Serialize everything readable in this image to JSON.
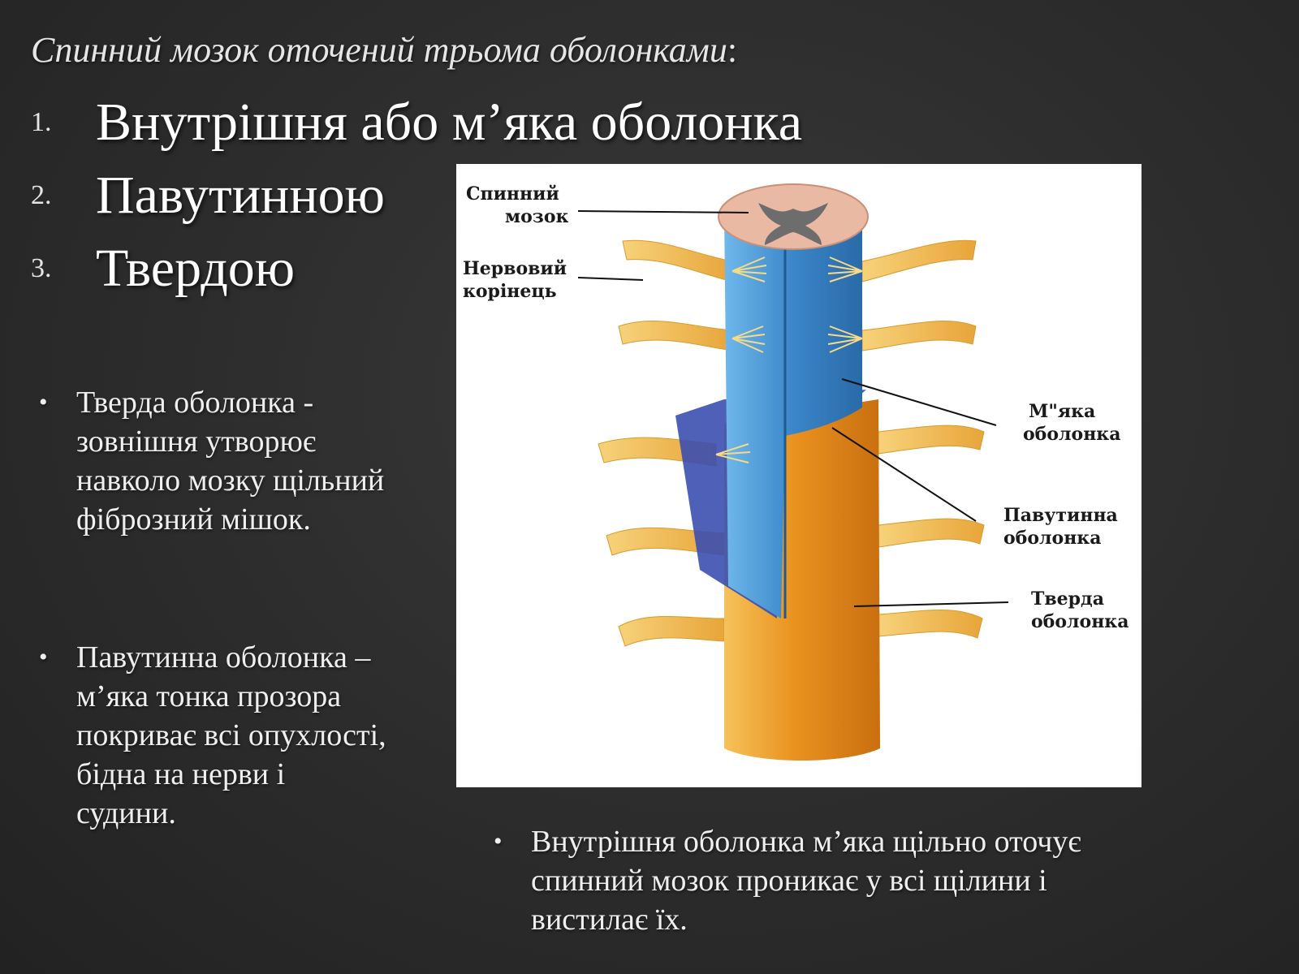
{
  "title": {
    "text": "Спинний мозок оточений трьома оболонками",
    "colon": ":"
  },
  "layers": [
    {
      "num": "1.",
      "text": "Внутрішня або м’яка оболонка"
    },
    {
      "num": "2.",
      "text": "Павутинною"
    },
    {
      "num": "3.",
      "text": "Твердою"
    }
  ],
  "bullets": {
    "symbol": "•",
    "hard": "Тверда оболонка - зовнішня утворює навколо мозку щільний фіброзний мішок.",
    "arachnoid": "Павутинна оболонка – м’яка тонка прозора покриває всі опухлості, бідна на нерви і судини.",
    "inner": "Внутрішня оболонка м’яка щільно оточує спинний мозок проникає у всі щілини і вистилає їх."
  },
  "figure": {
    "labels": {
      "cord_line1": "Спинний",
      "cord_line2": "мозок",
      "root_line1": "Нервовий",
      "root_line2": "корінець",
      "pia_line1": "М\"яка",
      "pia_line2": "оболонка",
      "arach_line1": "Павутинна",
      "arach_line2": "оболонка",
      "dura_line1": "Тверда",
      "dura_line2": "оболонка"
    },
    "colors": {
      "pia": "#3a86c8",
      "arachnoid": "#3b4fb0",
      "dura": "#e8901f",
      "nerve": "#f2c04a",
      "cord": "#e9b9a3",
      "gray_matter": "#6d6d6d"
    }
  }
}
